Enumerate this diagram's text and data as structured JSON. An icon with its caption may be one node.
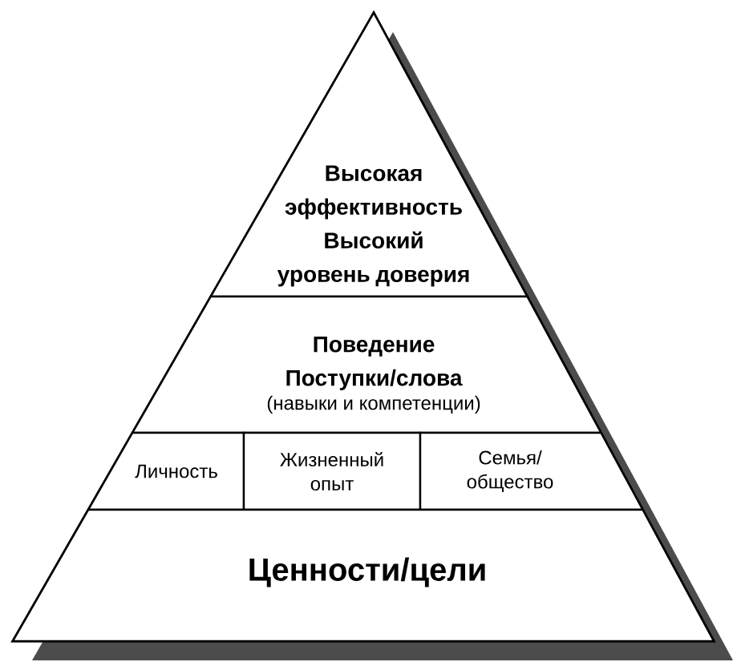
{
  "diagram": {
    "nodes": [
      {
        "text": [
          "Высокая эффективность",
          "Высокий уровень доверия"
        ]
      },
      {
        "text": [
          "Поведение",
          "Поступки/слова",
          "(навыки и компетенции)"
        ]
      },
      {
        "text": [
          "Личность"
        ]
      },
      {
        "text": [
          "Жизненный опыт"
        ]
      },
      {
        "text": [
          "Семья/ общество"
        ]
      },
      {
        "text": [
          "Ценности/цели"
        ]
      }
    ]
  }
}
